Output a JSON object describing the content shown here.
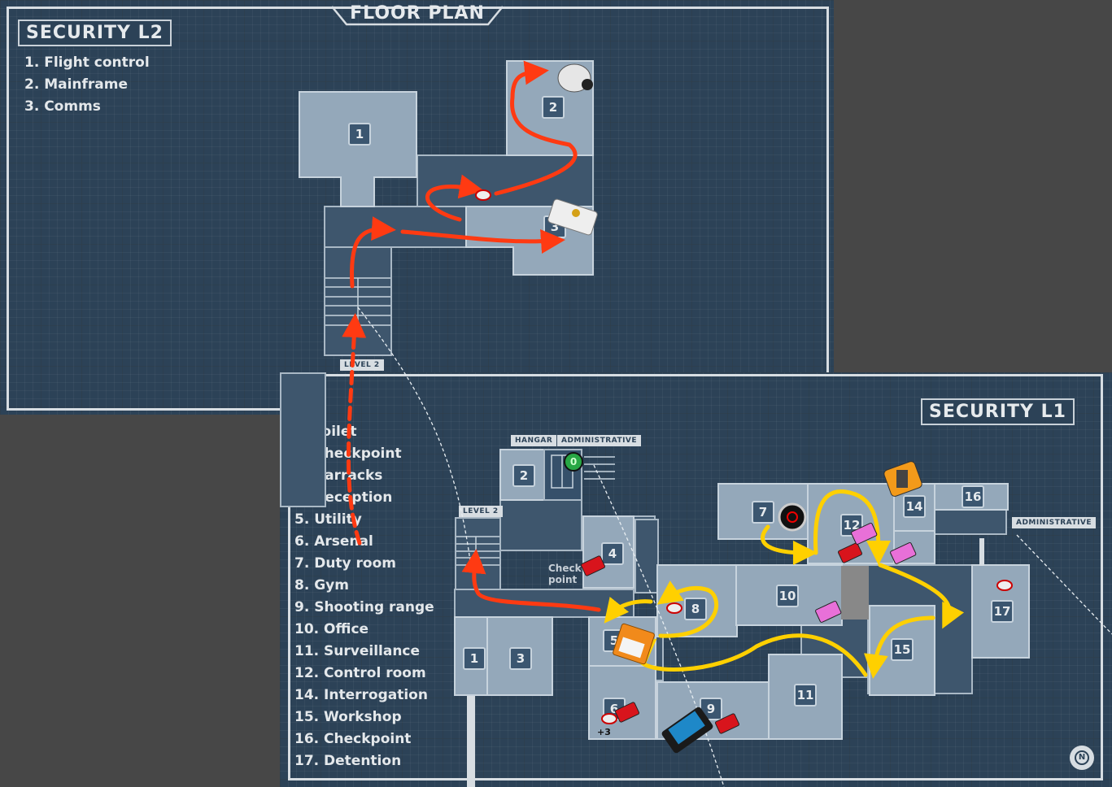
{
  "header": {
    "title": "FLOOR PLAN"
  },
  "level2": {
    "title": "SECURITY L2",
    "legend": [
      "1. Flight control",
      "2. Mainframe",
      "3. Comms"
    ],
    "rooms": [
      "1",
      "2",
      "3"
    ],
    "stairs_tag": "LEVEL 2",
    "compass": "N"
  },
  "level1": {
    "title": "SECURITY L1",
    "legend": [
      "1. Toilet",
      "2. Checkpoint",
      "3. Barracks",
      "4. Reception",
      "5. Utility",
      "6. Arsenal",
      "7. Duty room",
      "8. Gym",
      "9. Shooting range",
      "10. Office",
      "11. Surveillance",
      "12. Control room",
      "14. Interrogation",
      "15. Workshop",
      "16. Checkpoint",
      "17. Detention"
    ],
    "rooms": [
      "1",
      "2",
      "3",
      "4",
      "5",
      "6",
      "7",
      "8",
      "9",
      "10",
      "11",
      "12",
      "14",
      "15",
      "16",
      "17"
    ],
    "tags": {
      "hangar": "HANGAR",
      "administrative_top": "ADMINISTRATIVE",
      "level2": "LEVEL 2",
      "administrative_right": "ADMINISTRATIVE"
    },
    "checkpoint_label": [
      "Check-",
      "point"
    ],
    "elevator_badge": "0",
    "item_count": "+3",
    "compass": "N"
  },
  "colors": {
    "panel": "#2c4257",
    "room": "#94a8ba",
    "route_red": "#ff3a12",
    "route_yellow": "#ffd000"
  }
}
